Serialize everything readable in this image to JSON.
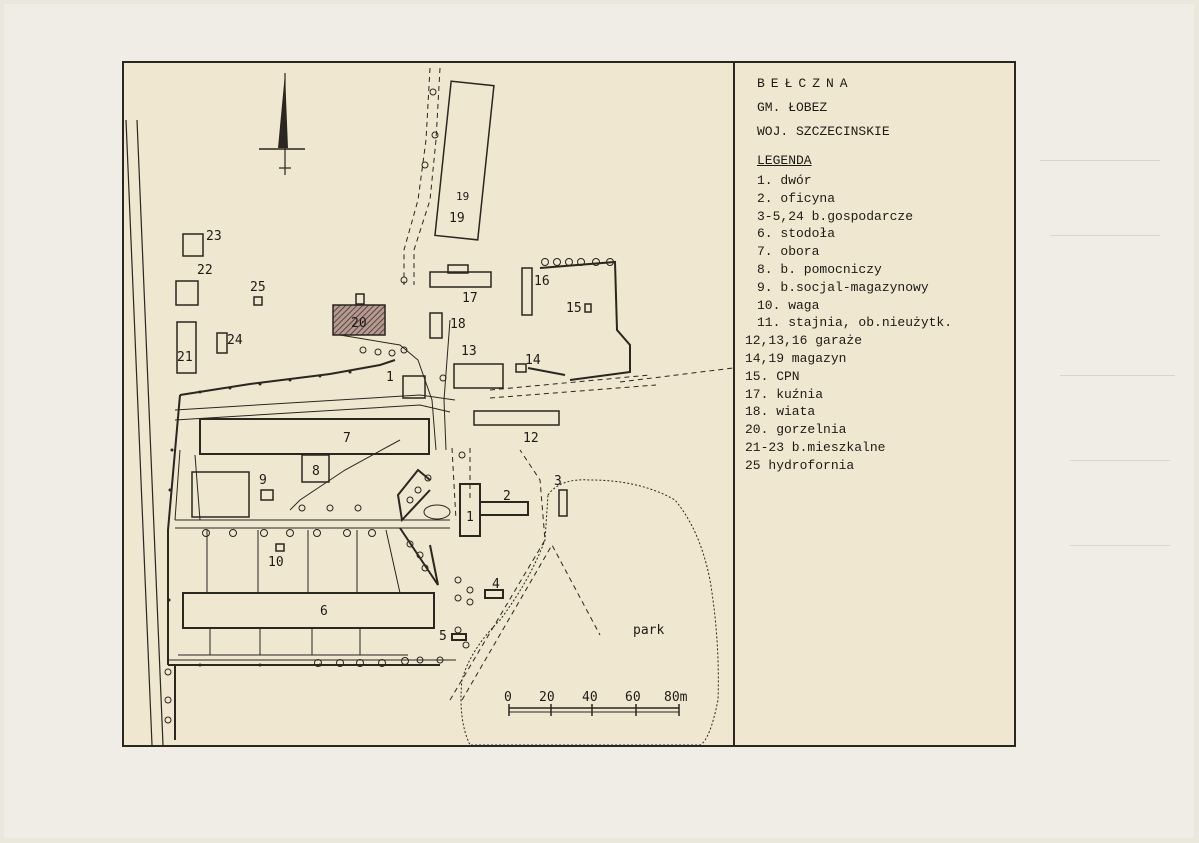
{
  "title": {
    "village": "BEŁCZNA",
    "gmina": "GM. ŁOBEZ",
    "voivodeship": "WOJ. SZCZECINSKIE"
  },
  "legend": {
    "heading": "LEGENDA",
    "items": [
      "1. dwór",
      "2. oficyna",
      "3-5,24 b.gospodarcze",
      "6. stodoła",
      "7. obora",
      "8. b. pomocniczy",
      "9. b.socjal-magazynowy",
      "10. waga",
      "11. stajnia, ob.nieużytk.",
      "12,13,16 garaże",
      "14,19 magazyn",
      "15. CPN",
      "17. kuźnia",
      "18. wiata",
      "20. gorzelnia",
      "21-23 b.mieszkalne",
      "25 hydrofornia"
    ]
  },
  "map": {
    "labels": {
      "b1_north": "1",
      "b1_south": "1",
      "b2": "2",
      "b3": "3",
      "b4": "4",
      "b5": "5",
      "b6": "6",
      "b7": "7",
      "b8": "8",
      "b9": "9",
      "b10": "10",
      "b12": "12",
      "b13": "13",
      "b14": "14",
      "b15": "15",
      "b16": "16",
      "b17": "17",
      "b18": "18",
      "b19": "19",
      "b19_hand": "19",
      "b20": "20",
      "b21": "21",
      "b22": "22",
      "b23": "23",
      "b24": "24",
      "b25": "25",
      "park": "park"
    },
    "scale_labels": [
      "0",
      "20",
      "40",
      "60",
      "80m"
    ],
    "icons": [
      "north-arrow-icon"
    ]
  },
  "colors": {
    "paper": "#efe7cf",
    "ink": "#1e1b17",
    "hatch_fill": "#a8918a"
  }
}
